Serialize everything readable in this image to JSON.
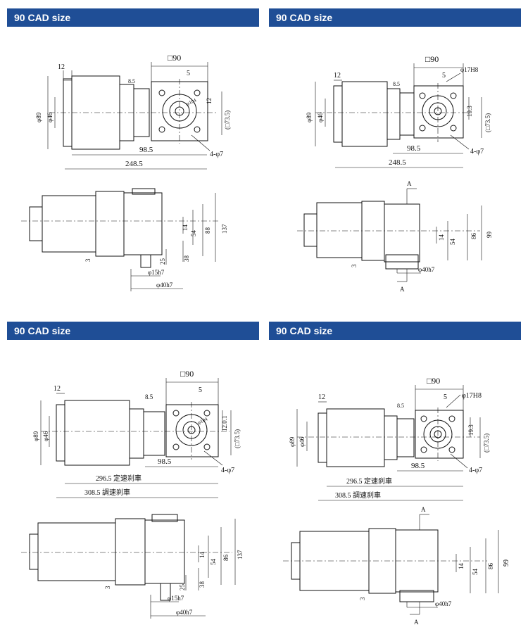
{
  "panels": [
    {
      "header": "90 CAD size",
      "labels": {
        "sq90": "□90",
        "d5": "5",
        "d12": "12",
        "d85": "8.5",
        "phi89": "φ89",
        "phi46": "φ46",
        "phi104": "φ104",
        "d12b": "12",
        "sq735": "(□73.5)",
        "d985": "98.5",
        "d2485": "248.5",
        "hole": "4-φ7",
        "d137": "137",
        "d88": "88",
        "d54": "54",
        "d14": "14",
        "d38": "38",
        "d25": "25",
        "d3": "3",
        "shaft15": "φ15h7",
        "shaft40": "φ40h7"
      }
    },
    {
      "header": "90 CAD size",
      "labels": {
        "sq90": "□90",
        "d5": "5",
        "d12": "12",
        "d85": "8.5",
        "phi89": "φ89",
        "phi46": "φ46",
        "phi17": "φ17H8",
        "d193": "19.3",
        "sq735": "(□73.5)",
        "d985": "98.5",
        "d2485": "248.5",
        "hole": "4-φ7",
        "d99": "99",
        "d86": "86",
        "d54": "54",
        "d14": "14",
        "d3": "3",
        "shaft40": "φ40h7",
        "secA1": "A",
        "secA2": "A"
      }
    },
    {
      "header": "90 CAD size",
      "labels": {
        "sq90": "□90",
        "d5": "5",
        "d12": "12",
        "d85": "8.5",
        "phi89": "φ89",
        "phi46": "φ46",
        "phi104": "φ104",
        "d120": "12.0.1",
        "sq735": "(□73.5)",
        "d985": "98.5",
        "d2965": "296.5 定速刹車",
        "d3085": "308.5 調速刹車",
        "hole": "4-φ7",
        "d137": "137",
        "d86": "86",
        "d54": "54",
        "d14": "14",
        "d38": "38",
        "d25": "25",
        "d3": "3",
        "shaft15": "φ15h7",
        "shaft40": "φ40h7"
      }
    },
    {
      "header": "90 CAD size",
      "labels": {
        "sq90": "□90",
        "d5": "5",
        "d12": "12",
        "d85": "8.5",
        "phi89": "φ89",
        "phi46": "φ46",
        "phi17": "φ17H8",
        "d193": "19.3",
        "sq735": "(□73.5)",
        "d985": "98.5",
        "d2965": "296.5 定速刹車",
        "d3085": "308.5 調速刹車",
        "hole": "4-φ7",
        "d99": "99",
        "d86": "86",
        "d54": "54",
        "d14": "14",
        "d3": "3",
        "shaft40": "φ40h7",
        "secA1": "A",
        "secA2": "A"
      }
    }
  ]
}
